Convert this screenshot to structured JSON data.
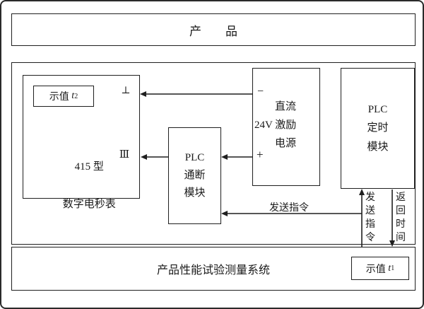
{
  "product_box": {
    "label": "产　　品"
  },
  "meter": {
    "value_prefix": "示值 ",
    "value_var": "t",
    "value_sub": "2",
    "name_line1": "415 型",
    "name_line2": "数字电秒表",
    "terminal_top": "⊥",
    "terminal_bottom": "Ⅲ"
  },
  "plc_switch": {
    "line1": "PLC",
    "line2": "通断",
    "line3": "模块"
  },
  "power": {
    "terminal_minus": "−",
    "terminal_plus": "+",
    "line1": "直流",
    "line2": "24V 激励",
    "line3": "电源"
  },
  "plc_timer": {
    "line1": "PLC",
    "line2": "定时",
    "line3": "模块"
  },
  "system": {
    "label": "产品性能试验测量系统",
    "value_prefix": "示值 ",
    "value_var": "t",
    "value_sub": "1"
  },
  "arrows": {
    "send_command": "发送指令",
    "send_command_up": "发送指令",
    "return_time": "返回时间"
  }
}
